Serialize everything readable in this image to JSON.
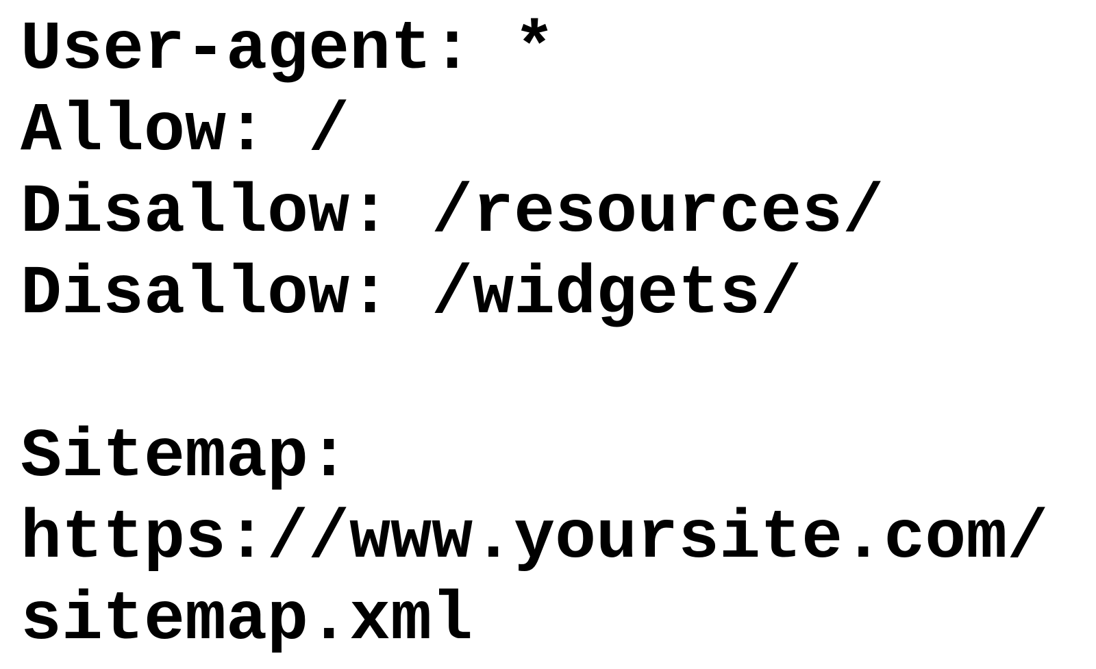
{
  "file": {
    "kind": "robots.txt content",
    "text_color": "#000000",
    "background_color": "#ffffff",
    "lines": [
      "User-agent: *",
      "Allow: /",
      "Disallow: /resources/",
      "Disallow: /widgets/",
      "",
      "Sitemap:",
      "https://www.yoursite.com/",
      "sitemap.xml"
    ]
  }
}
